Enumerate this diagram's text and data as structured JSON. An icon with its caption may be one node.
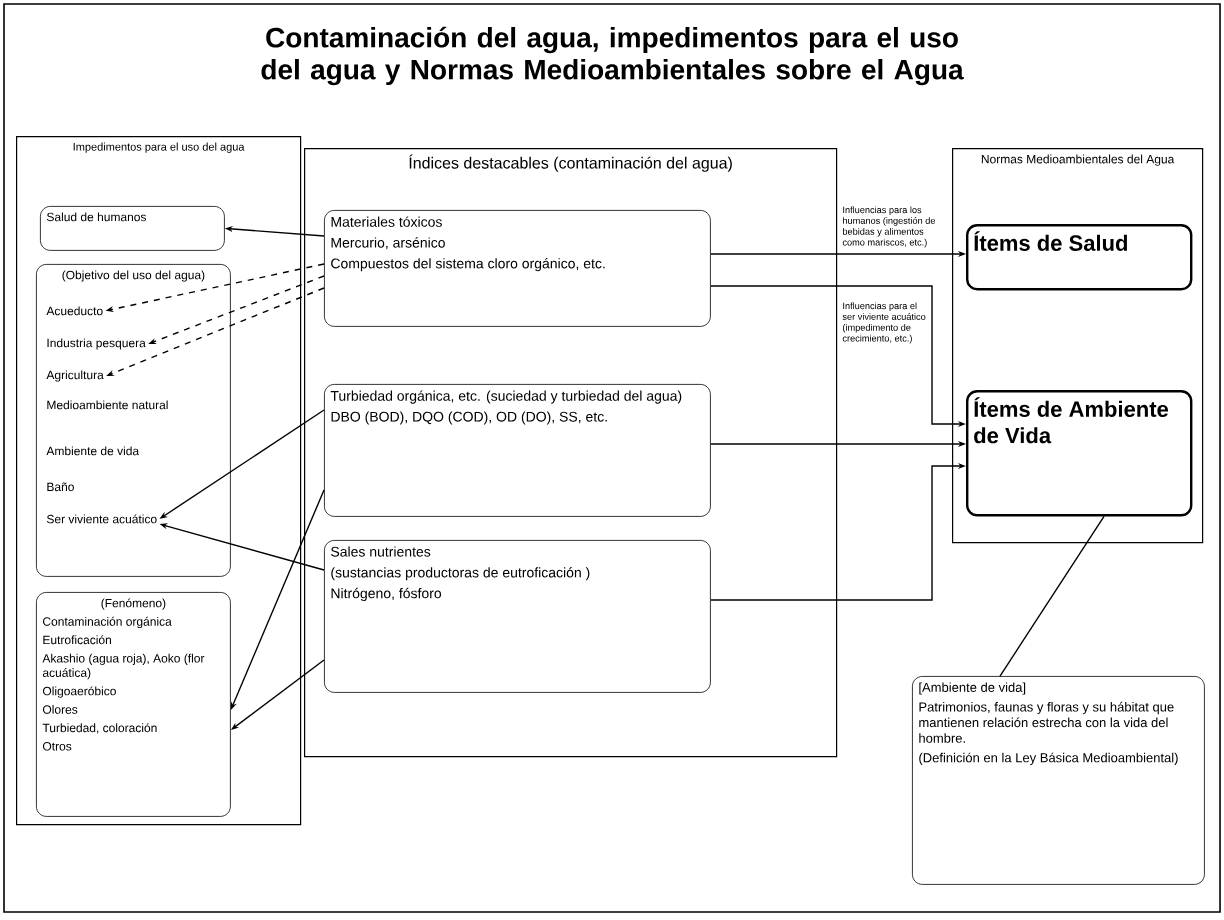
{
  "diagram": {
    "title": "Contaminación del agua, impedimentos para el uso del agua y Normas Medioambientales sobre el Agua",
    "nodes": [
      {
        "text": [
          "Impedimentos para el uso del agua"
        ]
      },
      {
        "text": [
          "Salud de humanos"
        ],
        "in": 0
      },
      {
        "text": [
          "(Objetivo del uso del agua)"
        ],
        "in": 0
      },
      {
        "text": [
          "Acueducto"
        ],
        "in": 2
      },
      {
        "text": [
          "Industria pesquera"
        ],
        "in": 2
      },
      {
        "text": [
          "Agricultura"
        ],
        "in": 2
      },
      {
        "text": [
          "Medioambiente natural"
        ],
        "in": 2
      },
      {
        "text": [
          "Ambiente de vida"
        ],
        "in": 2
      },
      {
        "text": [
          "Baño"
        ],
        "in": 2
      },
      {
        "text": [
          "Ser viviente acuático"
        ],
        "in": 2
      },
      {
        "text": [
          "(Fenómeno)",
          "Contaminación orgánica",
          "Eutroficación",
          "Akashio (agua roja), Aoko (flor acuática)",
          "Oligoaeróbico",
          "Olores",
          "Turbiedad, coloración",
          "Otros"
        ],
        "in": 0
      },
      {
        "text": [
          "Índices destacables (contaminación del agua)"
        ]
      },
      {
        "text": [
          "Materiales tóxicos",
          "Mercurio, arsénico",
          "Compuestos del sistema cloro orgánico, etc."
        ],
        "in": 11
      },
      {
        "text": [
          "Turbiedad orgánica, etc. (suciedad y turbiedad del agua)",
          "DBO (BOD), DQO (COD), OD (DO), SS, etc."
        ],
        "in": 11
      },
      {
        "text": [
          "Sales nutrientes",
          "(sustancias productoras de eutroficación )",
          "Nitrógeno, fósforo"
        ],
        "in": 11
      },
      {
        "text": [
          "Normas Medioambientales del Agua"
        ]
      },
      {
        "text": [
          "Ítems de Salud"
        ],
        "in": 15
      },
      {
        "text": [
          "Ítems de Ambiente de Vida"
        ],
        "in": 15
      },
      {
        "text": [
          "[Ambiente de vida]",
          "Patrimonios, faunas y floras y su hábitat que mantienen relación estrecha con la vida del hombre.",
          "(Definición en la Ley Básica Medioambiental)"
        ]
      }
    ],
    "edges": [
      {
        "from": 12,
        "to": 16,
        "arrow": "to",
        "label": "Influencias para los humanos (ingestión de bebidas y alimentos como mariscos, etc.)"
      },
      {
        "from": 12,
        "to": 17,
        "arrow": "to",
        "label": "Influencias para el ser viviente acuático (impedimento de crecimiento, etc.)"
      },
      {
        "from": 13,
        "to": 17,
        "arrow": "to"
      },
      {
        "from": 14,
        "to": 17,
        "arrow": "to"
      },
      {
        "from": 12,
        "to": 1,
        "arrow": "to"
      },
      {
        "from": 12,
        "to": 3,
        "arrow": "to",
        "style": "dashed"
      },
      {
        "from": 12,
        "to": 4,
        "arrow": "to",
        "style": "dashed"
      },
      {
        "from": 12,
        "to": 5,
        "arrow": "to",
        "style": "dashed"
      },
      {
        "from": 13,
        "to": 9,
        "arrow": "to"
      },
      {
        "from": 13,
        "to": 10,
        "arrow": "to"
      },
      {
        "from": 14,
        "to": 9,
        "arrow": "to"
      },
      {
        "from": 14,
        "to": 10,
        "arrow": "to"
      },
      {
        "from": 18,
        "to": 17,
        "arrow": "none"
      }
    ]
  }
}
